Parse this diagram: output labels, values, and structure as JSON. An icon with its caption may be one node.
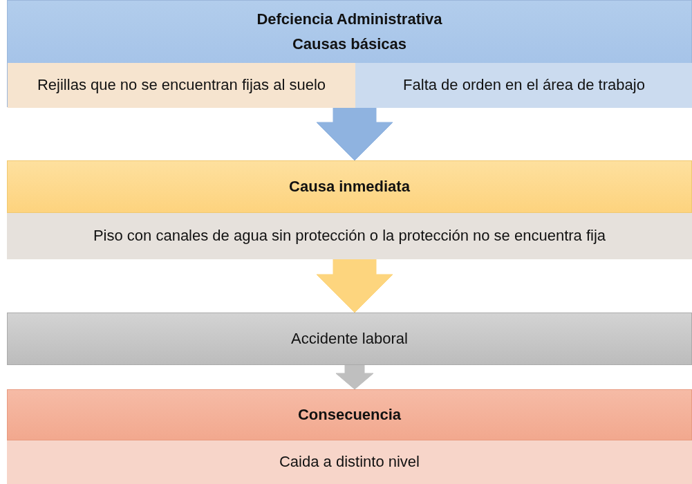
{
  "diagram": {
    "nodes": [
      {
        "text": [
          "Defciencia Administrativa",
          "Causas básicas"
        ]
      },
      {
        "text": [
          "Rejillas que no se encuentran fijas al suelo"
        ],
        "in": 0
      },
      {
        "text": [
          "Falta de orden en el área de trabajo"
        ],
        "in": 0
      },
      {
        "text": [
          "Causa inmediata"
        ]
      },
      {
        "text": [
          "Piso con canales de agua sin protección o la protección no se encuentra fija"
        ]
      },
      {
        "text": [
          "Accidente laboral"
        ]
      },
      {
        "text": [
          "Consecuencia"
        ]
      },
      {
        "text": [
          "Caida a distinto nivel"
        ]
      }
    ],
    "edges": [
      {
        "from": 0,
        "to": 3,
        "arrow": "to",
        "color": "#8fb3e0"
      },
      {
        "from": 4,
        "to": 5,
        "arrow": "to",
        "color": "#fdd57e"
      },
      {
        "from": 5,
        "to": 6,
        "arrow": "to",
        "color": "#bfbfbf"
      }
    ]
  }
}
